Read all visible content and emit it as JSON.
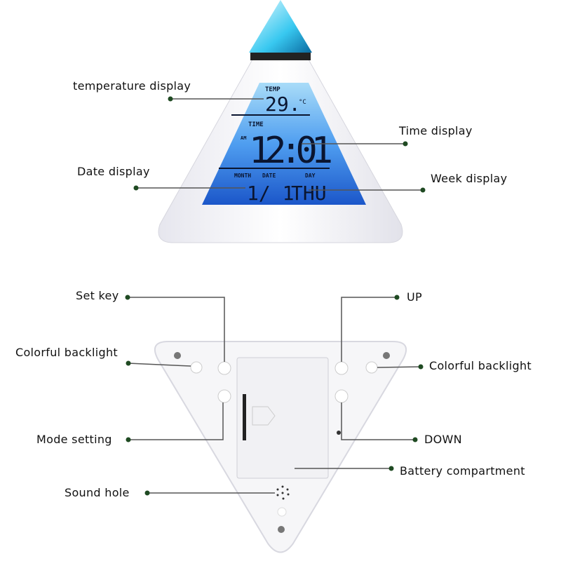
{
  "front": {
    "lcd": {
      "temp_caption": "TEMP",
      "temp_value": "29.",
      "temp_unit": "°C",
      "time_caption": "TIME",
      "am_caption": "AM",
      "time_value": "12:01",
      "month_caption": "MONTH",
      "date_caption": "DATE",
      "day_caption": "DAY",
      "date_value": "1/ 1",
      "day_value": "THU"
    },
    "labels": {
      "temperature": "temperature display",
      "time": "Time display",
      "date": "Date display",
      "week": "Week display"
    }
  },
  "back": {
    "labels": {
      "set_key": "Set key",
      "up": "UP",
      "backlight_left": "Colorful backlight",
      "backlight_right": "Colorful backlight",
      "mode": "Mode setting",
      "down": "DOWN",
      "battery": "Battery compartment",
      "sound": "Sound hole"
    }
  },
  "colors": {
    "dot": "#1f4a22",
    "line": "#555555",
    "lcd_top": "#9fd4f5",
    "lcd_bottom": "#1d5fd0"
  }
}
